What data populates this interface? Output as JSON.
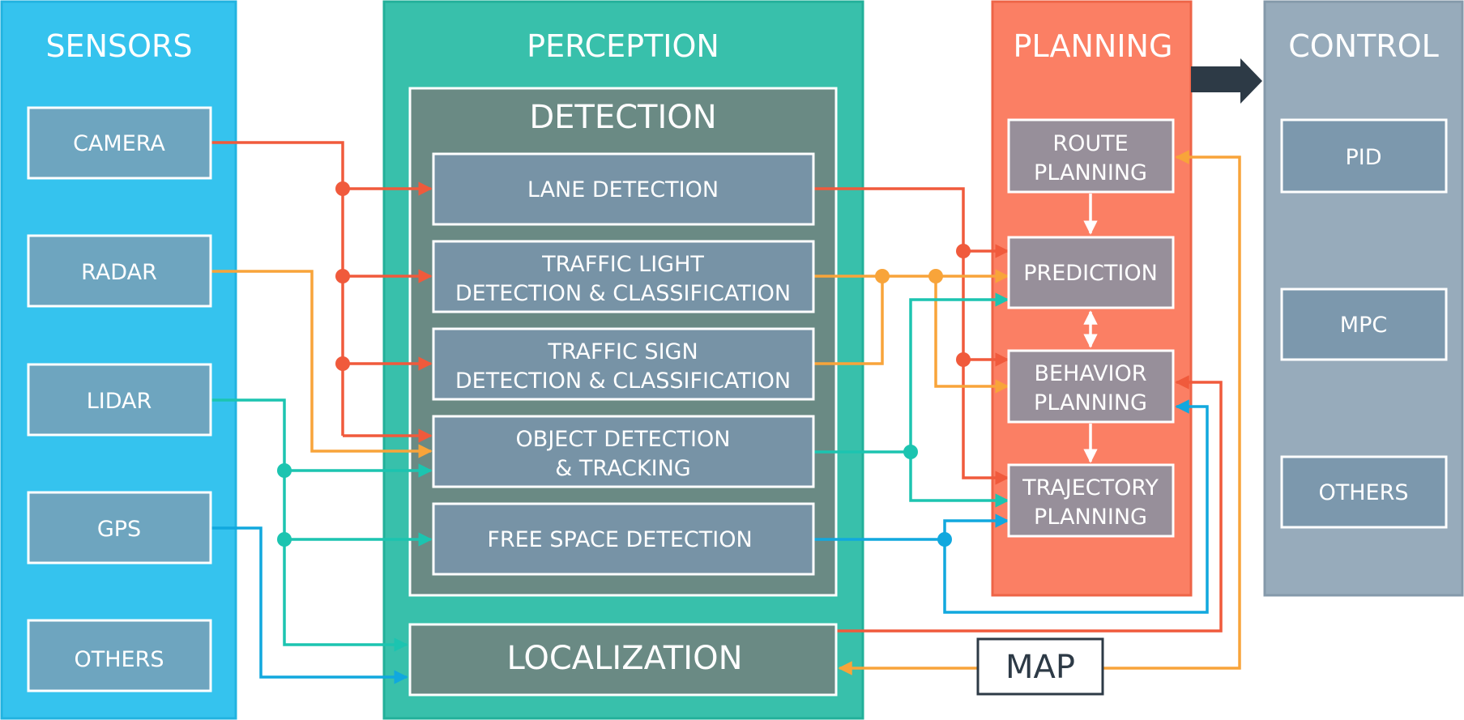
{
  "colors": {
    "sensors_bg": "#35c3ee",
    "sensor_box": "#6ea5bf",
    "perception_bg": "#38c0ab",
    "detection_bg": "#6a8a84",
    "detection_box": "#7793a6",
    "planning_bg": "#fb7f64",
    "planning_box": "#978f9a",
    "control_bg": "#97abbb",
    "control_box": "#7c98ad",
    "red_line": "#f05a3c",
    "orange_line": "#f8a43a",
    "teal_line": "#1cc4b0",
    "blue_line": "#11a8de",
    "control_arrow": "#2d3a46"
  },
  "sensors": {
    "title": "SENSORS",
    "items": [
      "CAMERA",
      "RADAR",
      "LIDAR",
      "GPS",
      "OTHERS"
    ]
  },
  "perception": {
    "title": "PERCEPTION",
    "detection": {
      "title": "DETECTION",
      "items": [
        [
          "LANE DETECTION"
        ],
        [
          "TRAFFIC LIGHT",
          "DETECTION & CLASSIFICATION"
        ],
        [
          "TRAFFIC SIGN",
          "DETECTION & CLASSIFICATION"
        ],
        [
          "OBJECT DETECTION",
          "& TRACKING"
        ],
        [
          "FREE SPACE DETECTION"
        ]
      ]
    },
    "localization": "LOCALIZATION"
  },
  "planning": {
    "title": "PLANNING",
    "items": [
      [
        "ROUTE",
        "PLANNING"
      ],
      [
        "PREDICTION"
      ],
      [
        "BEHAVIOR",
        "PLANNING"
      ],
      [
        "TRAJECTORY",
        "PLANNING"
      ]
    ]
  },
  "control": {
    "title": "CONTROL",
    "items": [
      "PID",
      "MPC",
      "OTHERS"
    ]
  },
  "map": "MAP"
}
